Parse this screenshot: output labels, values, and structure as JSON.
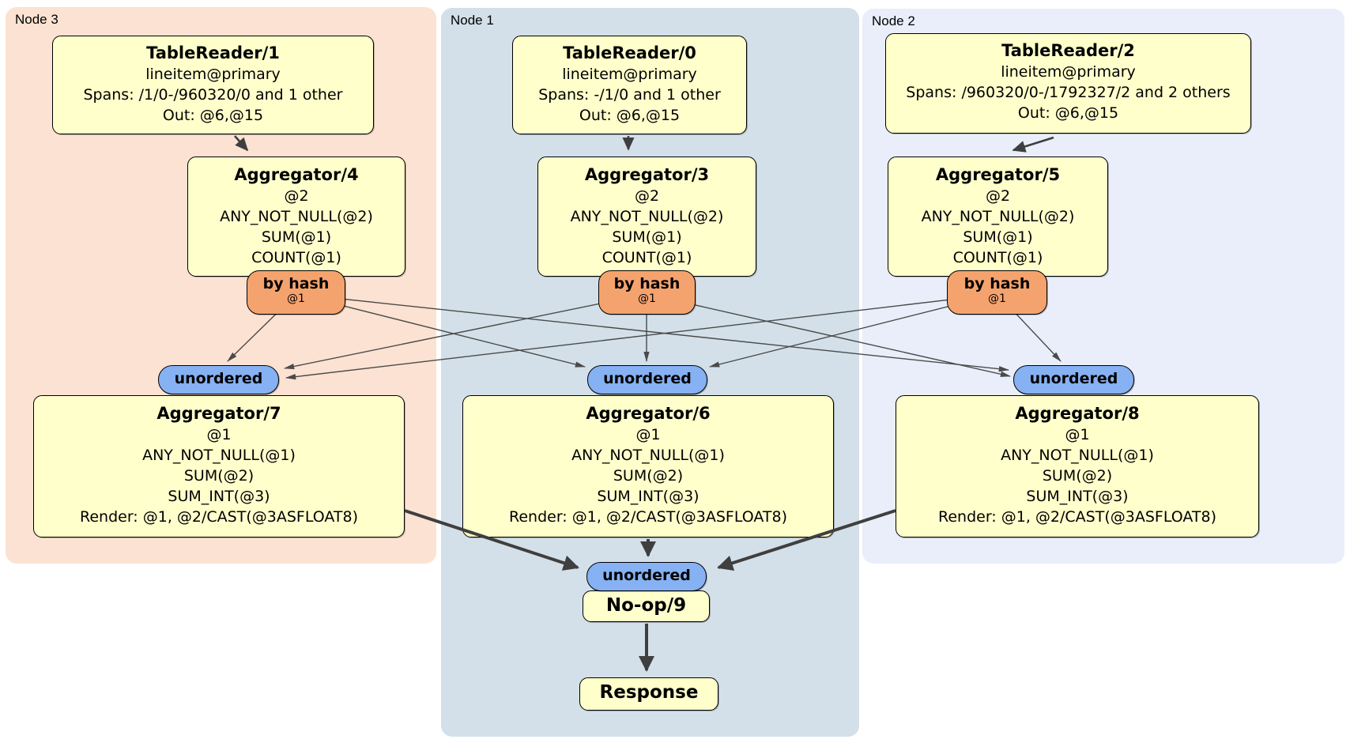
{
  "regions": [
    {
      "id": "node3",
      "label": "Node 3",
      "bg": "#fce2d2"
    },
    {
      "id": "node1",
      "label": "Node 1",
      "bg": "#d3e0e9"
    },
    {
      "id": "node2",
      "label": "Node 2",
      "bg": "#e9eefa"
    }
  ],
  "nodes": {
    "tr1": {
      "title": "TableReader/1",
      "lines": [
        "lineitem@primary",
        "Spans: /1/0-/960320/0 and 1 other",
        "Out: @6,@15"
      ]
    },
    "tr0": {
      "title": "TableReader/0",
      "lines": [
        "lineitem@primary",
        "Spans: -/1/0 and 1 other",
        "Out: @6,@15"
      ]
    },
    "tr2": {
      "title": "TableReader/2",
      "lines": [
        "lineitem@primary",
        "Spans: /960320/0-/1792327/2 and 2 others",
        "Out: @6,@15"
      ]
    },
    "agg4": {
      "title": "Aggregator/4",
      "lines": [
        "@2",
        "ANY_NOT_NULL(@2)",
        "SUM(@1)",
        "COUNT(@1)"
      ]
    },
    "agg3": {
      "title": "Aggregator/3",
      "lines": [
        "@2",
        "ANY_NOT_NULL(@2)",
        "SUM(@1)",
        "COUNT(@1)"
      ]
    },
    "agg5": {
      "title": "Aggregator/5",
      "lines": [
        "@2",
        "ANY_NOT_NULL(@2)",
        "SUM(@1)",
        "COUNT(@1)"
      ]
    },
    "agg7": {
      "title": "Aggregator/7",
      "lines": [
        "@1",
        "ANY_NOT_NULL(@1)",
        "SUM(@2)",
        "SUM_INT(@3)",
        "Render: @1, @2/CAST(@3ASFLOAT8)"
      ]
    },
    "agg6": {
      "title": "Aggregator/6",
      "lines": [
        "@1",
        "ANY_NOT_NULL(@1)",
        "SUM(@2)",
        "SUM_INT(@3)",
        "Render: @1, @2/CAST(@3ASFLOAT8)"
      ]
    },
    "agg8": {
      "title": "Aggregator/8",
      "lines": [
        "@1",
        "ANY_NOT_NULL(@1)",
        "SUM(@2)",
        "SUM_INT(@3)",
        "Render: @1, @2/CAST(@3ASFLOAT8)"
      ]
    },
    "noop": {
      "title": "No-op/9"
    },
    "response": {
      "title": "Response"
    }
  },
  "pills": {
    "by_hash": {
      "label": "by hash",
      "sub": "@1"
    },
    "unordered": {
      "label": "unordered"
    }
  },
  "edges": [
    {
      "from": "TableReader/1",
      "to": "Aggregator/4",
      "style": "medium-arrow"
    },
    {
      "from": "TableReader/0",
      "to": "Aggregator/3",
      "style": "medium-arrow"
    },
    {
      "from": "TableReader/2",
      "to": "Aggregator/5",
      "style": "medium-arrow"
    },
    {
      "from": "Aggregator/4 by hash",
      "to": "unordered (Aggregator/7)",
      "style": "thin-arrow"
    },
    {
      "from": "Aggregator/4 by hash",
      "to": "unordered (Aggregator/6)",
      "style": "thin-arrow"
    },
    {
      "from": "Aggregator/4 by hash",
      "to": "unordered (Aggregator/8)",
      "style": "thin-arrow"
    },
    {
      "from": "Aggregator/3 by hash",
      "to": "unordered (Aggregator/7)",
      "style": "thin-arrow"
    },
    {
      "from": "Aggregator/3 by hash",
      "to": "unordered (Aggregator/6)",
      "style": "thin-arrow"
    },
    {
      "from": "Aggregator/3 by hash",
      "to": "unordered (Aggregator/8)",
      "style": "thin-arrow"
    },
    {
      "from": "Aggregator/5 by hash",
      "to": "unordered (Aggregator/7)",
      "style": "thin-arrow"
    },
    {
      "from": "Aggregator/5 by hash",
      "to": "unordered (Aggregator/6)",
      "style": "thin-arrow"
    },
    {
      "from": "Aggregator/5 by hash",
      "to": "unordered (Aggregator/8)",
      "style": "thin-arrow"
    },
    {
      "from": "Aggregator/7",
      "to": "unordered (No-op/9)",
      "style": "thick-arrow"
    },
    {
      "from": "Aggregator/6",
      "to": "unordered (No-op/9)",
      "style": "thick-arrow"
    },
    {
      "from": "Aggregator/8",
      "to": "unordered (No-op/9)",
      "style": "thick-arrow"
    },
    {
      "from": "No-op/9",
      "to": "Response",
      "style": "thick-arrow"
    }
  ],
  "colors": {
    "node_box_fill": "#ffffcc",
    "by_hash_pill_fill": "#f5a36e",
    "unordered_pill_fill": "#86b1f2",
    "node3_bg": "#fce2d2",
    "node1_bg": "#d3e0e9",
    "node2_bg": "#e9eefa",
    "edge": "#3f3f3f"
  }
}
